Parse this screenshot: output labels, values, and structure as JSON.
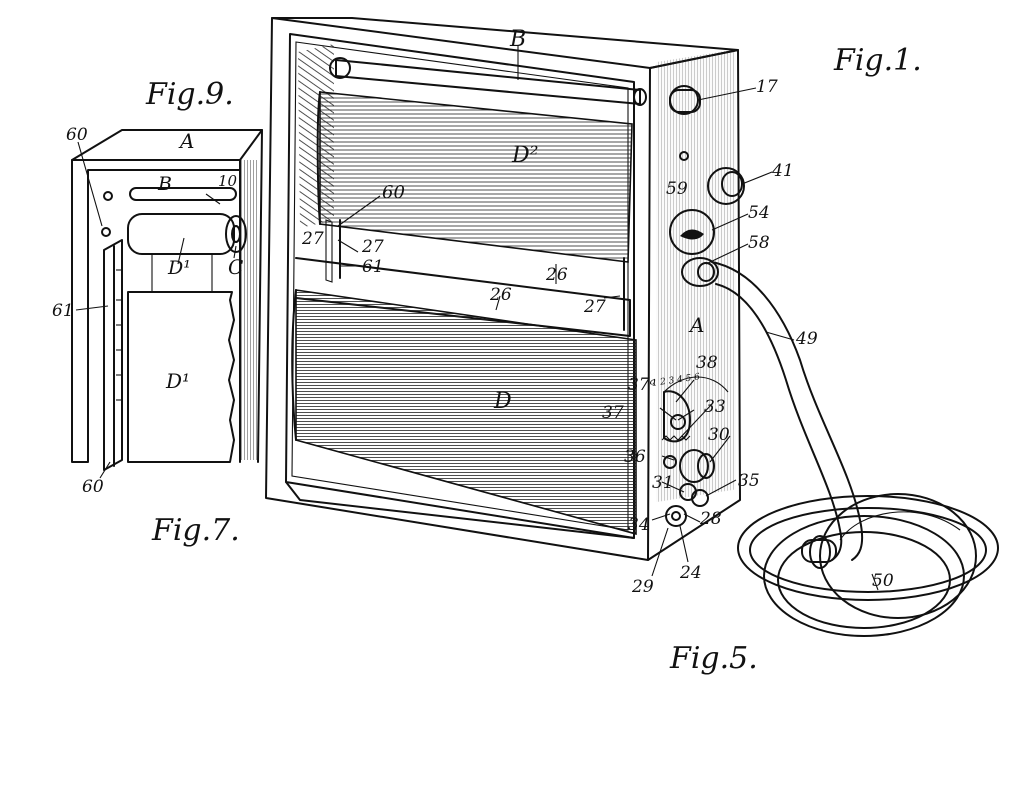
{
  "figure_titles": {
    "fig1": "Fig.1.",
    "fig9": "Fig.9.",
    "fig7": "Fig.7.",
    "fig5": "Fig.5."
  },
  "labels": {
    "B_top": "B",
    "n17": "17",
    "n41": "41",
    "n59": "59",
    "n54": "54",
    "n58": "58",
    "D2": "D²",
    "n60_main": "60",
    "n27_left": "27",
    "n27_mid": "27",
    "n61_main": "61",
    "n26_a": "26",
    "n26_b": "26",
    "n27_right": "27",
    "A_main": "A",
    "n49": "49",
    "n38": "38",
    "n37a": "37ᵃ",
    "n37": "37",
    "scale_digits": "1 2 3 4 5 6",
    "n33": "33",
    "D_main": "D",
    "n36": "36",
    "n30": "30",
    "n31": "31",
    "n35": "35",
    "n34": "34",
    "n28": "28",
    "n29": "29",
    "n24": "24",
    "n50": "50",
    "A_small": "A",
    "n60_top": "60",
    "B_small": "B",
    "n10": "10",
    "D1_roll": "D¹",
    "C": "C",
    "n61_small": "61",
    "D1_stack": "D¹",
    "n60_bottom": "60"
  }
}
